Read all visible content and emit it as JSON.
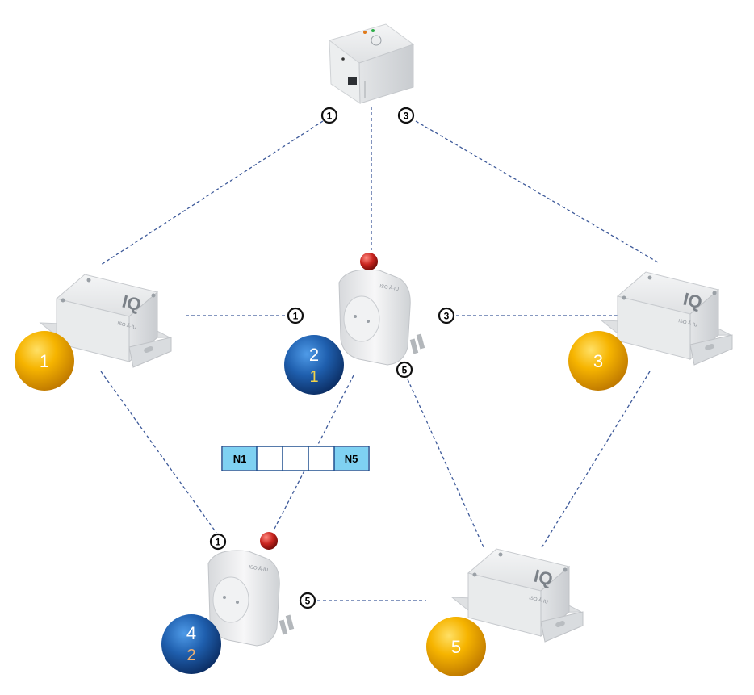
{
  "colors": {
    "link": "#3e5a9a",
    "sensor_node": "#f6b400",
    "repeater_node": "#1f5fae",
    "queue_fill": "#7fd1f2",
    "queue_stroke": "#1f4f8f",
    "secondary_number_on_blue_2": "#f2d34a",
    "secondary_number_on_blue_4": "#f0b070",
    "led_red": "#c8241e"
  },
  "sensors": [
    {
      "id": "sensor-1",
      "number": "1"
    },
    {
      "id": "sensor-3",
      "number": "3"
    },
    {
      "id": "sensor-5",
      "number": "5"
    }
  ],
  "repeaters": [
    {
      "id": "repeater-2",
      "number": "2",
      "secondary": "1"
    },
    {
      "id": "repeater-4",
      "number": "4",
      "secondary": "2"
    }
  ],
  "badges": [
    {
      "id": "badge-gw-1",
      "value": "1"
    },
    {
      "id": "badge-gw-3",
      "value": "3"
    },
    {
      "id": "badge-mid-1",
      "value": "1"
    },
    {
      "id": "badge-mid-3",
      "value": "3"
    },
    {
      "id": "badge-rep2-5",
      "value": "5"
    },
    {
      "id": "badge-rep4-1",
      "value": "1"
    },
    {
      "id": "badge-rep4-5",
      "value": "5"
    }
  ],
  "queue": {
    "first": "N1",
    "last": "N5",
    "empty_slots": 3
  },
  "device_labels": {
    "sensor_logo": "IQ",
    "brand": "ISO Â·IU"
  }
}
